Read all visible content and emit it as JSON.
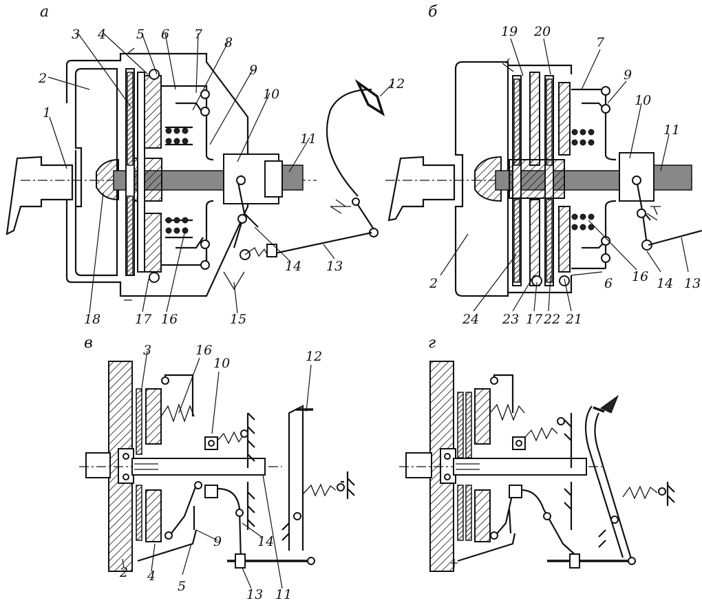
{
  "panels": [
    {
      "letter": "а"
    },
    {
      "letter": "б"
    },
    {
      "letter": "в"
    },
    {
      "letter": "г"
    }
  ],
  "labels": {
    "a": [
      "1",
      "2",
      "3",
      "4",
      "5",
      "6",
      "7",
      "8",
      "9",
      "10",
      "11",
      "12",
      "13",
      "14",
      "15",
      "16",
      "17",
      "18"
    ],
    "b": [
      "19",
      "20",
      "7",
      "9",
      "10",
      "11",
      "2",
      "24",
      "23",
      "17",
      "22",
      "21",
      "6",
      "16",
      "14",
      "13"
    ],
    "v": [
      "3",
      "16",
      "10",
      "12",
      "9",
      "14",
      "2",
      "4",
      "5",
      "13",
      "11"
    ]
  }
}
